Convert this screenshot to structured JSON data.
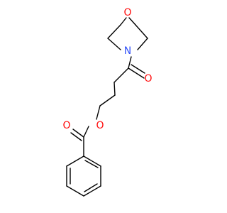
{
  "molecule": {
    "atoms": [
      {
        "id": "O1",
        "symbol": "O",
        "color": "#ff0d0d"
      },
      {
        "id": "N1",
        "symbol": "N",
        "color": "#3050f8"
      },
      {
        "id": "O2",
        "symbol": "O",
        "color": "#ff0d0d"
      },
      {
        "id": "O3",
        "symbol": "O",
        "color": "#ff0d0d"
      },
      {
        "id": "O4",
        "symbol": "O",
        "color": "#ff0d0d"
      }
    ],
    "bond_color": "#000000"
  }
}
